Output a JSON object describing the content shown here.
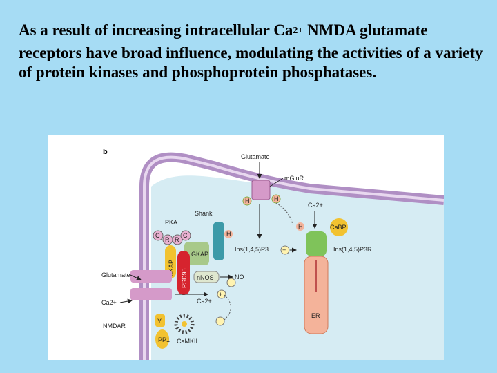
{
  "slide": {
    "text_part1": "As a result of increasing intracellular Ca",
    "superscript": "2+",
    "text_part2": " NMDA glutamate receptors have broad influence, modulating the activities of a variety of protein kinases and phosphoprotein phosphatases."
  },
  "figure": {
    "panel_letter": "b",
    "labels": {
      "glutamate_top": "Glutamate",
      "mglur": "mGluR",
      "ca2_right": "Ca2+",
      "shank": "Shank",
      "pka": "PKA",
      "c1": "C",
      "r1": "R",
      "r2": "R",
      "c2": "C",
      "h1": "H",
      "h2": "H",
      "h3": "H",
      "h4": "H",
      "cabp": "CaBP",
      "gkap": "GKAP",
      "akap": "AKAP",
      "psd95": "PSD95",
      "ip3_left": "Ins(1,4,5)P3",
      "ip3_right": "Ins(1,4,5)P3R",
      "nnos": "nNOS",
      "no": "NO",
      "glutamate_left": "Glutamate",
      "ca2_left": "Ca2+",
      "ca2_mid": "Ca2+",
      "nmdar": "NMDAR",
      "y": "Y",
      "pp1": "PP1",
      "camkii": "CaMKII",
      "er": "ER",
      "plus": "+"
    },
    "colors": {
      "membrane": "#b08fc4",
      "cytoplasm": "#d6ecf3",
      "er": "#f4b39a",
      "mglur": "#d59ac9",
      "akap": "#f2c230",
      "psd95": "#d6242e",
      "shank": "#3c9aa8",
      "gkap": "#a8c98a",
      "receptor": "#7fc35a",
      "camkii": "#444"
    }
  }
}
